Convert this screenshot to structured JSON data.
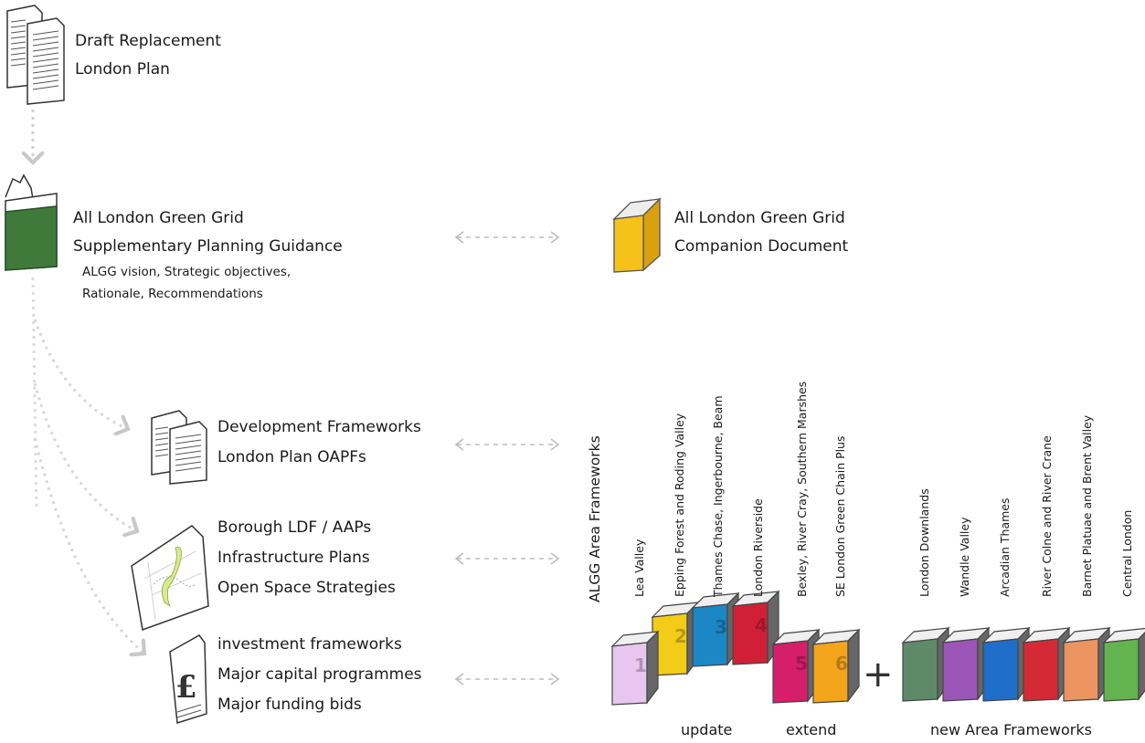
{
  "draft_plan": {
    "line1": "Draft Replacement",
    "line2": "London Plan"
  },
  "spg": {
    "line1": "All London Green Grid",
    "line2": "Supplementary Planning Guidance",
    "sub1": "ALGG vision, Strategic objectives,",
    "sub2": "Rationale, Recommendations"
  },
  "companion": {
    "line1": "All London Green Grid",
    "line2": "Companion Document"
  },
  "dev_frameworks": {
    "line1": "Development Frameworks",
    "line2": "London Plan OAPFs"
  },
  "borough": {
    "line1": "Borough LDF / AAPs",
    "line2": "Infrastructure Plans",
    "line3": "Open Space Strategies"
  },
  "investment": {
    "line1": "investment frameworks",
    "line2": "Major capital programmes",
    "line3": "Major funding bids"
  },
  "area_frameworks": {
    "title": "ALGG  Area Frameworks",
    "labels": [
      "Lea Valley",
      "Epping Forest and Roding Valley",
      "Thames Chase, Ingerbourne, Beam",
      "London Riverside",
      "Bexley, River Cray, Southern Marshes",
      "SE London Green Chain Plus",
      "London Downlands",
      "Wandle Valley",
      "Arcadian Thames",
      "River Colne and River Crane",
      "Barnet Platuae and Brent Valley",
      "Central London"
    ],
    "numbers": [
      "1",
      "2",
      "3",
      "4",
      "5",
      "6"
    ],
    "plus": "+",
    "update_label": "update",
    "extend_label": "extend",
    "new_label": "new Area Frameworks"
  },
  "colors": {
    "spg_green": "#3f7a3a",
    "companion_yellow": "#f5c21b",
    "book1": "#e9c6ef",
    "book2": "#f2cc16",
    "book3": "#1b87c4",
    "book4": "#d21f38",
    "book5": "#d51f6a",
    "book6": "#f4a51c",
    "new1": "#5e8a6a",
    "new2": "#9a55b6",
    "new3": "#1f6ec9",
    "new4": "#d42a36",
    "new5": "#ec9560",
    "new6": "#63b34e"
  },
  "icons": [
    "document-icon",
    "booklet-icon",
    "yellow-book-icon",
    "documents-icon",
    "map-icon",
    "pound-document-icon",
    "book-icon"
  ]
}
